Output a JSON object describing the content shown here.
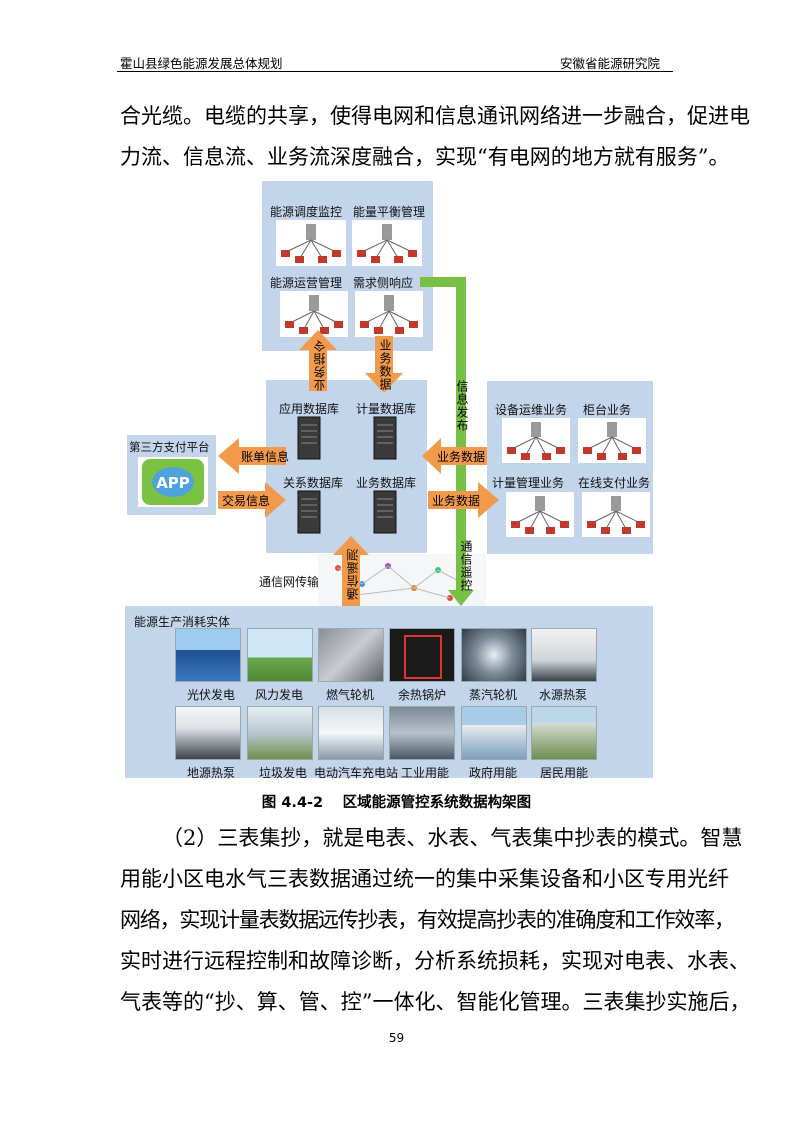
{
  "header": {
    "left": "霍山县绿色能源发展总体规划",
    "right": "安徽省能源研究院"
  },
  "para_top": [
    "合光缆。电缆的共享，使得电网和信息通讯网络进一步融合，促进电",
    "力流、信息流、业务流深度融合，实现“有电网的地方就有服务”。"
  ],
  "diagram": {
    "top_box": {
      "items": [
        "能源调度监控",
        "能量平衡管理",
        "能源运营管理",
        "需求侧响应"
      ]
    },
    "arrows": {
      "up_left": "业务指令",
      "down_right": "业务数据",
      "info_publish": "信息发布",
      "billing": "账单信息",
      "transaction": "交易信息",
      "business_data_in": "业务数据",
      "business_data_out": "业务数据",
      "comm_measure": "通信遥测",
      "comm_control": "通信遥控"
    },
    "db_box": {
      "items": [
        "应用数据库",
        "计量数据库",
        "关系数据库",
        "业务数据库"
      ]
    },
    "third_party": {
      "title": "第三方支付平台",
      "app": "APP"
    },
    "service_box": {
      "items": [
        "设备运维业务",
        "柜台业务",
        "计量管理业务",
        "在线支付业务"
      ]
    },
    "network_label": "通信网传输",
    "bottom_box": {
      "title": "能源生产消耗实体",
      "row1": [
        "光伏发电",
        "风力发电",
        "燃气轮机",
        "余热锅炉",
        "蒸汽轮机",
        "水源热泵"
      ],
      "row2": [
        "地源热泵",
        "垃圾发电",
        "电动汽车充电站",
        "工业用能",
        "政府用能",
        "居民用能"
      ]
    }
  },
  "caption": "图 4.4-2　 区域能源管控系统数据构架图",
  "para_bottom": [
    "（2）三表集抄，就是电表、水表、气表集中抄表的模式。智慧",
    "用能小区电水气三表数据通过统一的集中采集设备和小区专用光纤",
    "网络，实现计量表数据远传抄表，有效提高抄表的准确度和工作效率，",
    "实时进行远程控制和故障诊断，分析系统损耗，实现对电表、水表、",
    "气表等的“抄、算、管、控”一体化、智能化管理。三表集抄实施后，"
  ],
  "page_number": "59",
  "colors": {
    "box_blue": "#c2d5ea",
    "arrow_orange": "#f19a4b",
    "arrow_green": "#78c043"
  }
}
